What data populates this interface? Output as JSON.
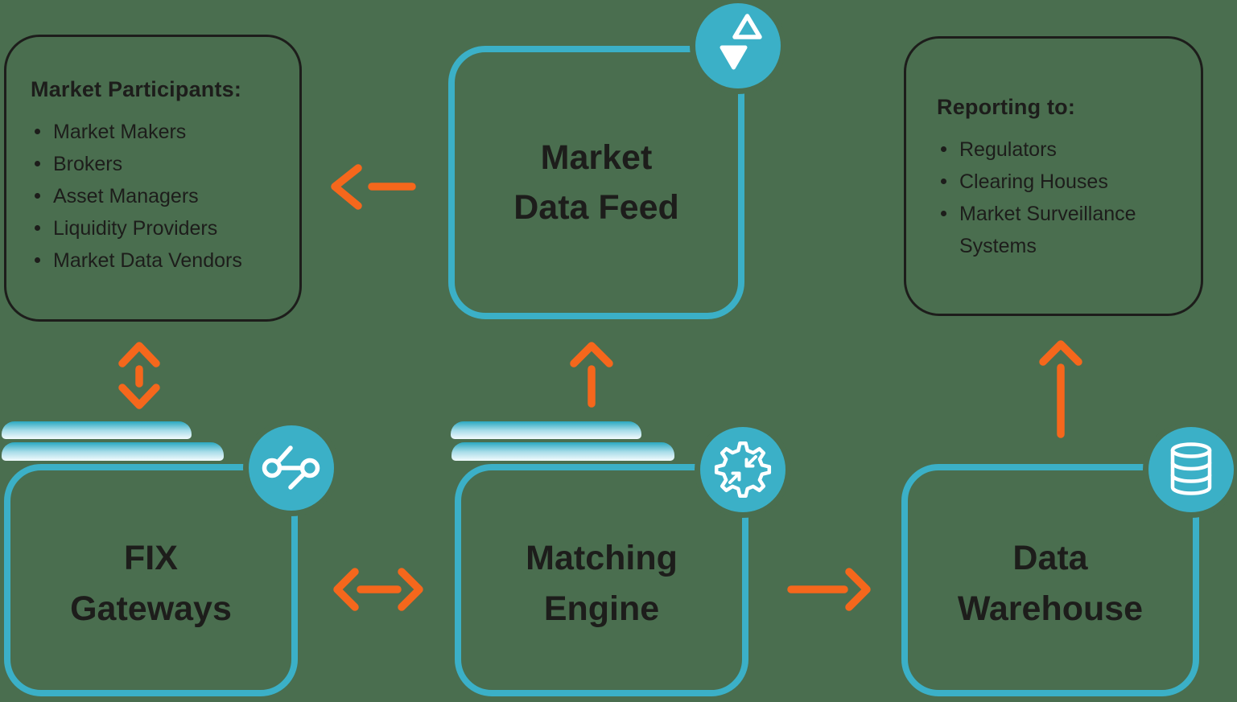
{
  "colors": {
    "teal": "#3bb0c7",
    "orange": "#f5671c",
    "background": "#4a6e4f",
    "ink": "#1d1d1b",
    "icon_white": "#ffffff",
    "layer_gradient_top": "#2aa8c1",
    "layer_gradient_bottom": "#f2fbfd"
  },
  "participants_box": {
    "heading": "Market Participants:",
    "items": [
      "Market Makers",
      "Brokers",
      "Asset Managers",
      "Liquidity Providers",
      "Market Data Vendors"
    ]
  },
  "reporting_box": {
    "heading": "Reporting to:",
    "items": [
      "Regulators",
      "Clearing Houses",
      "Market Surveillance Systems"
    ]
  },
  "nodes": {
    "market_data_feed": {
      "label": "Market\nData Feed",
      "icon": "sort-triangles-icon"
    },
    "fix_gateways": {
      "label": "FIX\nGateways",
      "icon": "share-network-icon"
    },
    "matching_engine": {
      "label": "Matching\nEngine",
      "icon": "gear-converge-icon"
    },
    "data_warehouse": {
      "label": "Data\nWarehouse",
      "icon": "database-icon"
    }
  },
  "connections": [
    {
      "from": "Market Data Feed",
      "to": "Market Participants",
      "type": "one-way"
    },
    {
      "from": "Market Participants",
      "to": "FIX Gateways",
      "type": "two-way"
    },
    {
      "from": "Matching Engine",
      "to": "Market Data Feed",
      "type": "one-way"
    },
    {
      "from": "FIX Gateways",
      "to": "Matching Engine",
      "type": "two-way"
    },
    {
      "from": "Matching Engine",
      "to": "Data Warehouse",
      "type": "one-way"
    },
    {
      "from": "Data Warehouse",
      "to": "Reporting",
      "type": "one-way"
    }
  ]
}
